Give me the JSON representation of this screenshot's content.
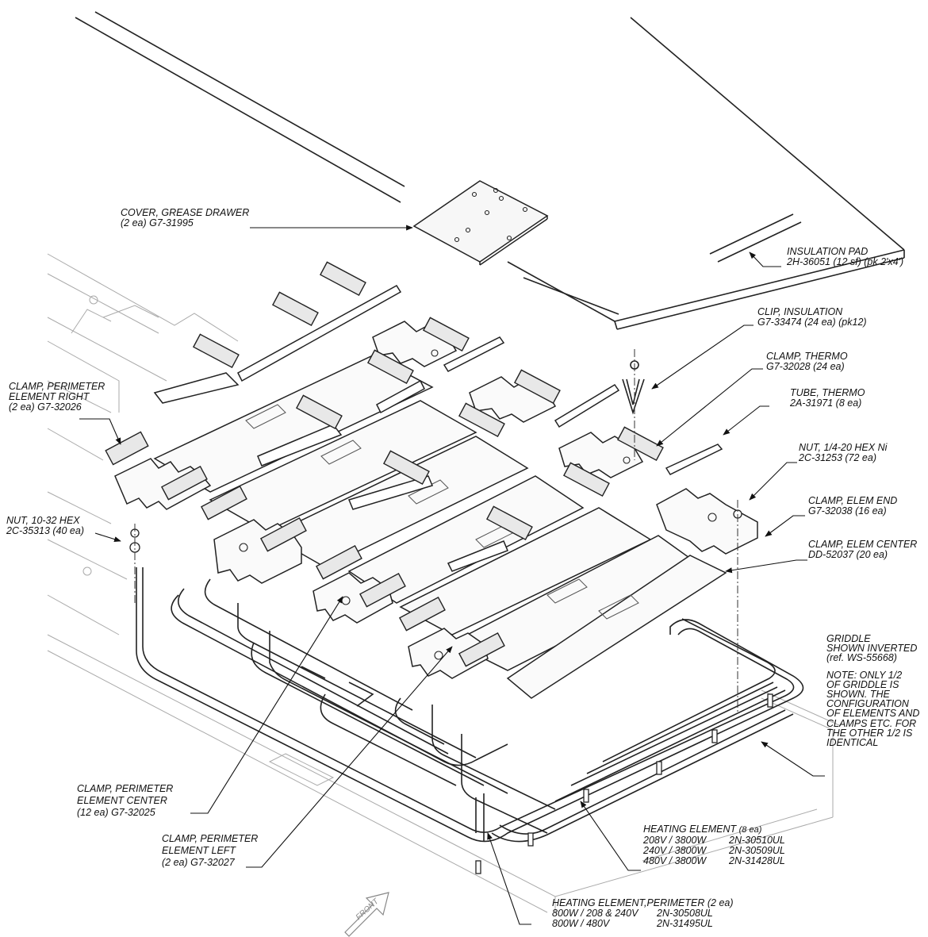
{
  "labels": {
    "cover_grease_drawer": [
      "COVER, GREASE DRAWER",
      "(2 ea)  G7-31995"
    ],
    "insulation_pad": [
      "INSULATION PAD",
      "2H-36051 (12 sf) (pk 2'x4')"
    ],
    "clip_insulation": [
      "CLIP, INSULATION",
      "G7-33474 (24 ea) (pk12)"
    ],
    "clamp_thermo": [
      "CLAMP, THERMO",
      "G7-32028 (24 ea)"
    ],
    "tube_thermo": [
      "TUBE, THERMO",
      "2A-31971 (8 ea)"
    ],
    "nut_quarter_20": [
      "NUT, 1/4-20 HEX Ni",
      "2C-31253 (72 ea)"
    ],
    "clamp_elem_end": [
      "CLAMP, ELEM END",
      "G7-32038 (16 ea)"
    ],
    "clamp_elem_center": [
      "CLAMP, ELEM CENTER",
      "DD-52037 (20 ea)"
    ],
    "griddle_note": [
      "GRIDDLE",
      "SHOWN INVERTED",
      "(ref. WS-55668)",
      "",
      "NOTE:  ONLY 1/2",
      "OF GRIDDLE IS",
      "SHOWN.  THE",
      "CONFIGURATION",
      "OF ELEMENTS AND",
      "CLAMPS ETC. FOR",
      "THE OTHER 1/2 IS",
      "IDENTICAL"
    ],
    "clamp_perimeter_right": [
      "CLAMP, PERIMETER",
      "ELEMENT  RIGHT",
      "(2 ea)  G7-32026"
    ],
    "nut_10_32": [
      "NUT, 10-32 HEX",
      "2C-35313 (40 ea)"
    ],
    "clamp_perimeter_center": [
      "CLAMP, PERIMETER",
      "ELEMENT CENTER",
      "(12 ea)       G7-32025"
    ],
    "clamp_perimeter_left": [
      "CLAMP, PERIMETER",
      "ELEMENT LEFT",
      "(2 ea)  G7-32027"
    ],
    "heating_element": {
      "title": "HEATING ELEMENT",
      "qty": "(8 ea)",
      "rows": [
        [
          "208V / 3800W",
          "2N-30510UL"
        ],
        [
          "240V / 3800W",
          "2N-30509UL"
        ],
        [
          "480V / 3800W",
          "2N-31428UL"
        ]
      ]
    },
    "heating_element_perimeter": {
      "title": "HEATING ELEMENT,PERIMETER (2 ea)",
      "rows": [
        [
          "800W / 208 & 240V",
          "2N-30508UL"
        ],
        [
          "800W / 480V",
          "2N-31495UL"
        ]
      ]
    },
    "front": "FRONT"
  }
}
